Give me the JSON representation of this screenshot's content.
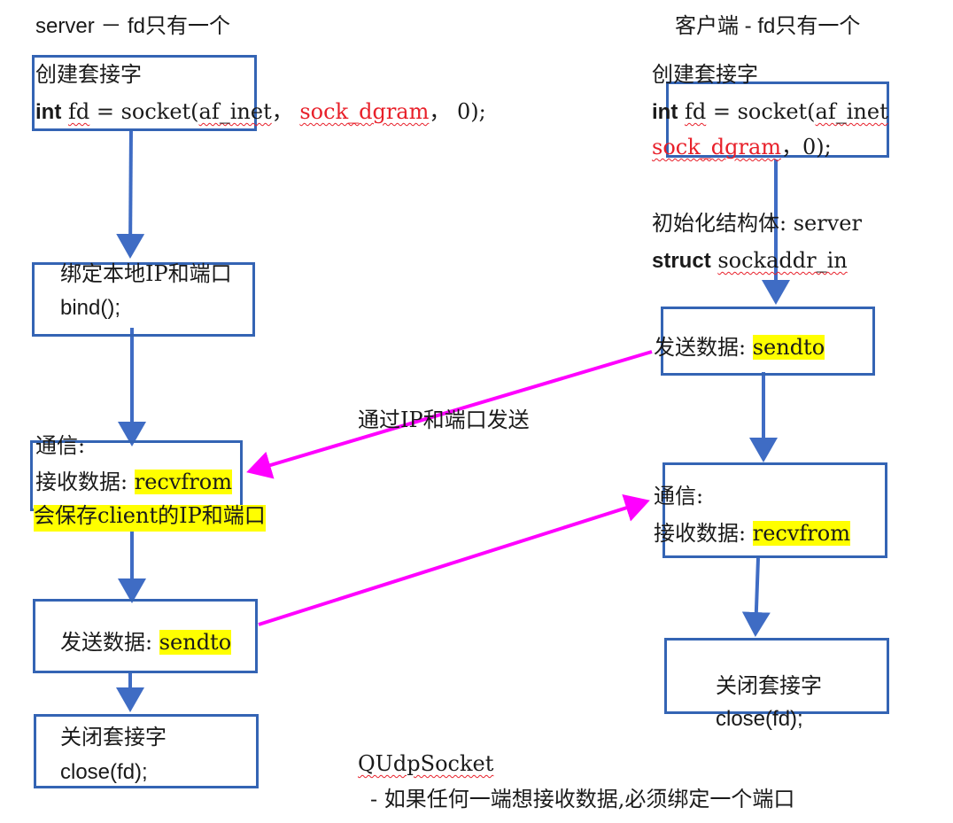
{
  "colors": {
    "box_border": "#3464b4",
    "flow_arrow": "#3f6cc4",
    "comm_arrow": "#ff00ff",
    "highlight": "#ffff00",
    "keyword_red": "#e8202a"
  },
  "server": {
    "title": "server － fd只有一个",
    "create": {
      "label": "创建套接字",
      "code_kw": "int",
      "code_var": "fd",
      "code_mid": " = socket(",
      "code_af": "af_inet",
      "code_sep": "， ",
      "code_sock": "sock_dgram",
      "code_end": "， 0);"
    },
    "bind": {
      "label": "绑定本地IP和端口",
      "code": "bind();"
    },
    "recv": {
      "label": "通信:",
      "line_prefix": "接收数据: ",
      "func": "recvfrom",
      "note": "会保存client的IP和端口"
    },
    "send": {
      "prefix": "发送数据: ",
      "func": "sendto"
    },
    "close": {
      "label": "关闭套接字",
      "code": "close(fd);"
    }
  },
  "client": {
    "title": "客户端 - fd只有一个",
    "create": {
      "label": "创建套接字",
      "code_kw": "int",
      "code_var": "fd",
      "code_mid": " = socket(",
      "code_af": "af_inet",
      "code_sock": "sock_dgram",
      "code_end": "，0);"
    },
    "init": {
      "label": "初始化结构体: server",
      "code_kw": "struct",
      "code_type": "sockaddr_in"
    },
    "send": {
      "prefix": "发送数据: ",
      "func": "sendto"
    },
    "recv": {
      "label": "通信:",
      "line_prefix": "接收数据: ",
      "func": "recvfrom"
    },
    "close": {
      "label": "关闭套接字",
      "code": "close(fd);"
    }
  },
  "middle_label": "通过IP和端口发送",
  "footer": {
    "title": "QUdpSocket",
    "note": "- 如果任何一端想接收数据,必须绑定一个端口"
  }
}
